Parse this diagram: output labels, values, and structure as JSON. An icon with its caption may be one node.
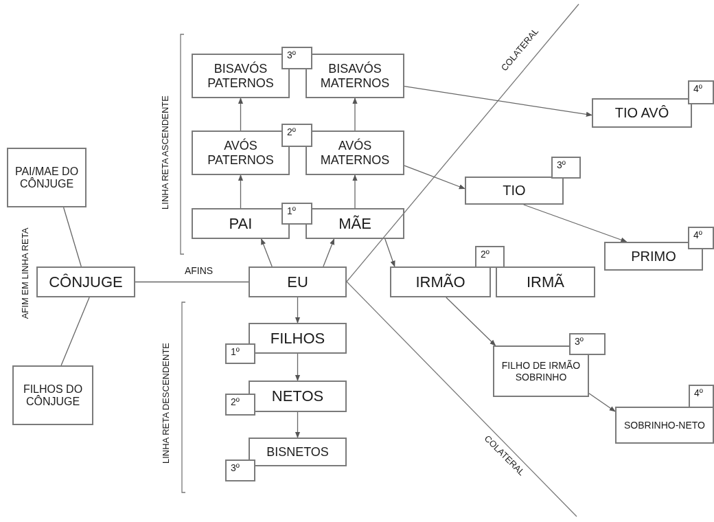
{
  "diagram": {
    "nodes": [
      {
        "text": [
          "BISAVÓS PATERNOS"
        ]
      },
      {
        "text": [
          "3º"
        ]
      },
      {
        "text": [
          "BISAVÓS MATERNOS"
        ]
      },
      {
        "text": [
          "TIO AVÔ"
        ]
      },
      {
        "text": [
          "4º"
        ]
      },
      {
        "text": [
          "AVÓS PATERNOS"
        ]
      },
      {
        "text": [
          "2º"
        ]
      },
      {
        "text": [
          "AVÓS MATERNOS"
        ]
      },
      {
        "text": [
          "PAI/MAE DO CÔNJUGE"
        ]
      },
      {
        "text": [
          "TIO"
        ]
      },
      {
        "text": [
          "3º"
        ]
      },
      {
        "text": [
          "PAI"
        ]
      },
      {
        "text": [
          "1º"
        ]
      },
      {
        "text": [
          "MÃE"
        ]
      },
      {
        "text": [
          "PRIMO"
        ]
      },
      {
        "text": [
          "4º"
        ]
      },
      {
        "text": [
          "CÔNJUGE"
        ]
      },
      {
        "text": [
          "EU"
        ]
      },
      {
        "text": [
          "IRMÃO"
        ]
      },
      {
        "text": [
          "2º"
        ]
      },
      {
        "text": [
          "IRMÃ"
        ]
      },
      {
        "text": [
          "FILHOS"
        ]
      },
      {
        "text": [
          "1º"
        ]
      },
      {
        "text": [
          "FILHO DE IRMÃO",
          "SOBRINHO"
        ]
      },
      {
        "text": [
          "3º"
        ]
      },
      {
        "text": [
          "NETOS"
        ]
      },
      {
        "text": [
          "2º"
        ]
      },
      {
        "text": [
          "FILHOS DO CÔNJUGE"
        ]
      },
      {
        "text": [
          "SOBRINHO-NETO"
        ]
      },
      {
        "text": [
          "4º"
        ]
      },
      {
        "text": [
          "BISNETOS"
        ]
      },
      {
        "text": [
          "3º"
        ]
      }
    ],
    "edges": [
      {
        "from": 5,
        "to": 0,
        "arrow": "to"
      },
      {
        "from": 7,
        "to": 2,
        "arrow": "to"
      },
      {
        "from": 11,
        "to": 5,
        "arrow": "to"
      },
      {
        "from": 13,
        "to": 7,
        "arrow": "to"
      },
      {
        "from": 17,
        "to": 11,
        "arrow": "to"
      },
      {
        "from": 17,
        "to": 13,
        "arrow": "to"
      },
      {
        "from": 2,
        "to": 3,
        "arrow": "to"
      },
      {
        "from": 7,
        "to": 9,
        "arrow": "to"
      },
      {
        "from": 9,
        "to": 14,
        "arrow": "to"
      },
      {
        "from": 13,
        "to": 18,
        "arrow": "to"
      },
      {
        "from": 8,
        "to": 16,
        "arrow": "none"
      },
      {
        "from": 16,
        "to": 17,
        "arrow": "none",
        "label": "AFINS"
      },
      {
        "from": 16,
        "to": 27,
        "arrow": "none"
      },
      {
        "from": 17,
        "to": 21,
        "arrow": "to"
      },
      {
        "from": 21,
        "to": 25,
        "arrow": "to"
      },
      {
        "from": 25,
        "to": 30,
        "arrow": "to"
      },
      {
        "from": 18,
        "to": 23,
        "arrow": "to"
      },
      {
        "from": 23,
        "to": 28,
        "arrow": "to"
      }
    ],
    "labels": [
      "COLATERAL",
      "LINHA RETA ASCENDENTE",
      "AFIM EM LINHA RETA",
      "LINHA RETA DESCENDENTE",
      "COLATERAL"
    ]
  }
}
